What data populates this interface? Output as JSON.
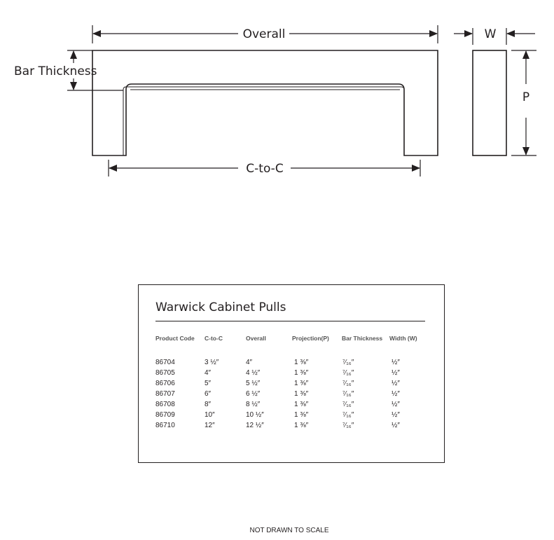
{
  "diagram": {
    "labels": {
      "overall": "Overall",
      "width": "W",
      "bar_thickness": "Bar Thickness",
      "projection": "P",
      "c_to_c": "C-to-C"
    }
  },
  "table": {
    "title": "Warwick Cabinet Pulls",
    "headers": [
      "Product Code",
      "C-to-C",
      "Overall",
      "Projection(P)",
      "Bar Thickness",
      "Width (W)"
    ],
    "rows": [
      [
        "86704",
        "3 ½″",
        "4″",
        "1 ⅜″",
        "⁷⁄₁₆″",
        "½″"
      ],
      [
        "86705",
        "4″",
        "4 ½″",
        "1 ⅜″",
        "⁷⁄₁₆″",
        "½″"
      ],
      [
        "86706",
        "5″",
        "5 ½″",
        "1 ⅜″",
        "⁷⁄₁₆″",
        "½″"
      ],
      [
        "86707",
        "6″",
        "6 ½″",
        "1 ⅜″",
        "⁷⁄₁₆″",
        "½″"
      ],
      [
        "86708",
        "8″",
        "8 ½″",
        "1 ⅜″",
        "⁷⁄₁₆″",
        "½″"
      ],
      [
        "86709",
        "10″",
        "10 ½″",
        "1 ⅜″",
        "⁷⁄₁₆″",
        "½″"
      ],
      [
        "86710",
        "12″",
        "12 ½″",
        "1 ⅜″",
        "⁷⁄₁₆″",
        "½″"
      ]
    ]
  },
  "footer": {
    "note": "NOT DRAWN TO SCALE"
  }
}
